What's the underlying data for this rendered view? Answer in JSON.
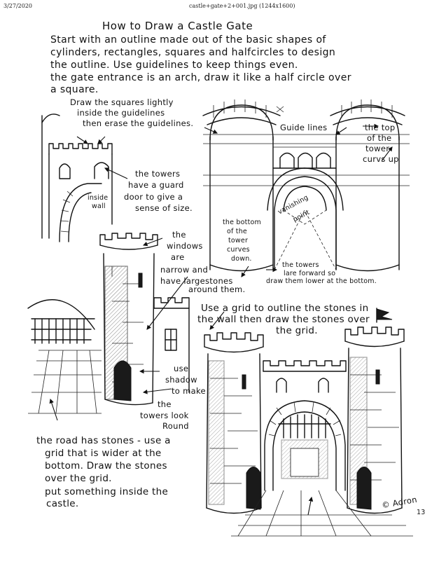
{
  "header": {
    "date": "3/27/2020",
    "filename": "castle+gate+2+001.jpg (1244x1600)"
  },
  "title": "How to Draw a Castle Gate",
  "intro": [
    "Start with an outline made out of the basic shapes of",
    "cylinders, rectangles, squares and halfcircles to design",
    "the outline.    Use guidelines to keep things even.",
    "the gate entrance is an arch, draw it like a half circle over",
    "a square."
  ],
  "notes": {
    "squares": [
      "Draw the squares lightly",
      "inside the guidelines",
      "then erase the guidelines."
    ],
    "guide_lines": "Guide lines",
    "tower_top": [
      "the top",
      "of the",
      "tower",
      "curvs up"
    ],
    "guard_door": [
      "the towers",
      "have a guard",
      "door to give a",
      "sense of size."
    ],
    "inside_wall": [
      "inside",
      "wall"
    ],
    "vanishing_point": [
      "vanishing",
      "point"
    ],
    "tower_bottom": [
      "the bottom",
      "of the",
      "tower",
      "curves",
      "down."
    ],
    "windows": [
      "the",
      "windows",
      "are",
      "narrow and",
      "have largestones",
      "around them."
    ],
    "lean_forward": [
      "the towers",
      "lare forward so",
      "draw them lower at the bottom."
    ],
    "grid_stones": [
      "Use a grid to outline the stones in",
      "the wall then draw the stones over",
      "the grid."
    ],
    "shadow": [
      "use",
      "shadow",
      "to make",
      "the",
      "towers look",
      "Round"
    ],
    "road": [
      "the road has stones - use a",
      "grid that is wider at the",
      "bottom.  Draw the stones",
      "over the grid.",
      "put something inside the",
      "castle."
    ],
    "signature": [
      "© Adron",
      "13"
    ]
  },
  "icons": [
    "castle-outline-drawing-icon",
    "castle-gate-tower-sketch-icon",
    "finished-castle-gate-icon",
    "flag-icon"
  ]
}
